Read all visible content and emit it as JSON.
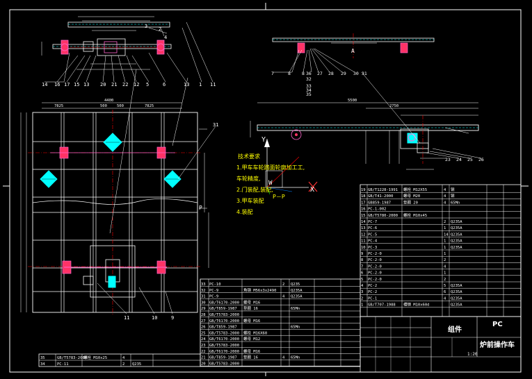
{
  "notes": {
    "heading": "技术要求",
    "lines": [
      "1.甲车车轮踏面轮廓加工工,",
      "车轮精度,",
      "2.门装配,装配,",
      "3.甲车装配",
      "4.装配"
    ]
  },
  "axis": {
    "x": "X",
    "y": "Y",
    "w": "W",
    "pp": "P－P"
  },
  "section_marks": {
    "a": "A",
    "p": "P"
  },
  "title_block": {
    "code": "PC",
    "name": "炉前操作车",
    "part": "组件",
    "scale": "1:20"
  },
  "bom_right": [
    {
      "no": "19",
      "code": "GB/T1228-1991",
      "name": "螺栓 M12X55",
      "qty": "4",
      "mat": "钢"
    },
    {
      "no": "18",
      "code": "GB/T41-2000",
      "name": "螺母 M20",
      "qty": "4",
      "mat": "钢"
    },
    {
      "no": "17",
      "code": "GB859-1987",
      "name": "垫圈 20",
      "qty": "4",
      "mat": "65Mn"
    },
    {
      "no": "16",
      "code": "PC-1-002",
      "name": "",
      "qty": "",
      "mat": ""
    },
    {
      "no": "15",
      "code": "GB/T5780-2000",
      "name": "螺栓 M10x45",
      "qty": "",
      "mat": ""
    },
    {
      "no": "14",
      "code": "PC-7",
      "name": "",
      "qty": "2",
      "mat": "Q235A"
    },
    {
      "no": "13",
      "code": "PC-6",
      "name": "",
      "qty": "1",
      "mat": "Q235A"
    },
    {
      "no": "12",
      "code": "PC-5",
      "name": "",
      "qty": "14",
      "mat": "Q235A"
    },
    {
      "no": "11",
      "code": "PC-4",
      "name": "",
      "qty": "1",
      "mat": "Q235A"
    },
    {
      "no": "10",
      "code": "PC-3",
      "name": "",
      "qty": "1",
      "mat": "Q235A"
    },
    {
      "no": "9",
      "code": "PC-2-0",
      "name": "",
      "qty": "1",
      "mat": ""
    },
    {
      "no": "8",
      "code": "PC-2-0",
      "name": "",
      "qty": "2",
      "mat": ""
    },
    {
      "no": "7",
      "code": "PC-2-0",
      "name": "",
      "qty": "4",
      "mat": ""
    },
    {
      "no": "6",
      "code": "PC-2-0",
      "name": "",
      "qty": "1",
      "mat": ""
    },
    {
      "no": "5",
      "code": "PC-2-0",
      "name": "",
      "qty": "2",
      "mat": ""
    },
    {
      "no": "4",
      "code": "PC-2",
      "name": "",
      "qty": "5",
      "mat": "Q235A"
    },
    {
      "no": "3",
      "code": "PC-2",
      "name": "",
      "qty": "6",
      "mat": "Q235A"
    },
    {
      "no": "2",
      "code": "PC-1",
      "name": "",
      "qty": "4",
      "mat": "Q235A"
    },
    {
      "no": "1",
      "code": "GB/T707-1988",
      "name": "槽钢 M10x60d",
      "qty": "",
      "mat": "Q235A"
    }
  ],
  "bom_left": [
    {
      "no": "33",
      "code": "PC-10",
      "name": "",
      "qty": "2",
      "mat": "Q235"
    },
    {
      "no": "32",
      "code": "PC-9",
      "name": "角钢 M56x3x2490",
      "qty": "",
      "mat": "Q235A"
    },
    {
      "no": "31",
      "code": "PC-9",
      "name": "",
      "qty": "4",
      "mat": "Q235A"
    },
    {
      "no": "30",
      "code": "GB/T6170-2000",
      "name": "螺母 M16",
      "qty": "",
      "mat": ""
    },
    {
      "no": "29",
      "code": "GB/T859-1987",
      "name": "垫圈 16",
      "qty": "",
      "mat": "65Mn"
    },
    {
      "no": "28",
      "code": "GB/T5783-2000",
      "name": "",
      "qty": "",
      "mat": ""
    },
    {
      "no": "27",
      "code": "GB/T6170-2000",
      "name": "螺母 M16",
      "qty": "",
      "mat": ""
    },
    {
      "no": "26",
      "code": "GB/T859-1987",
      "name": "",
      "qty": "",
      "mat": "65Mn"
    },
    {
      "no": "25",
      "code": "GB/T5783-2000",
      "name": "螺栓 M16X60",
      "qty": "",
      "mat": ""
    },
    {
      "no": "24",
      "code": "GB/T6170-2000",
      "name": "螺母 M12",
      "qty": "",
      "mat": ""
    },
    {
      "no": "23",
      "code": "GB/T5783-2000",
      "name": "",
      "qty": "",
      "mat": ""
    },
    {
      "no": "22",
      "code": "GB/T6170-2000",
      "name": "螺母 M16",
      "qty": "",
      "mat": ""
    },
    {
      "no": "21",
      "code": "GB/T859-1987",
      "name": "垫圈 16",
      "qty": "4",
      "mat": "65Mn"
    },
    {
      "no": "20",
      "code": "GB/T5783-2000",
      "name": "",
      "qty": "",
      "mat": ""
    }
  ],
  "bom_bottom": [
    {
      "no": "35",
      "code": "GB/T5783-2000",
      "name": "螺栓 M10x25",
      "qty": "4",
      "mat": ""
    },
    {
      "no": "34",
      "code": "PC-11",
      "name": "",
      "qty": "2",
      "mat": "Q235"
    }
  ],
  "labels_top": [
    "14",
    "16",
    "17",
    "15",
    "13",
    "20",
    "21",
    "22",
    "12",
    "5",
    "6",
    "13",
    "1",
    "3",
    "2",
    "4",
    "11"
  ],
  "labels_side": [
    "7",
    "8",
    "8",
    "36",
    "27",
    "28",
    "29",
    "30",
    "31",
    "32",
    "33",
    "34",
    "35",
    "23",
    "24",
    "25",
    "26"
  ],
  "labels_plan": [
    "31",
    "11",
    "10",
    "9"
  ],
  "dims_plan": [
    "7825",
    "500",
    "500",
    "7825",
    "4400"
  ],
  "dims_side": [
    "5500",
    "2750"
  ]
}
